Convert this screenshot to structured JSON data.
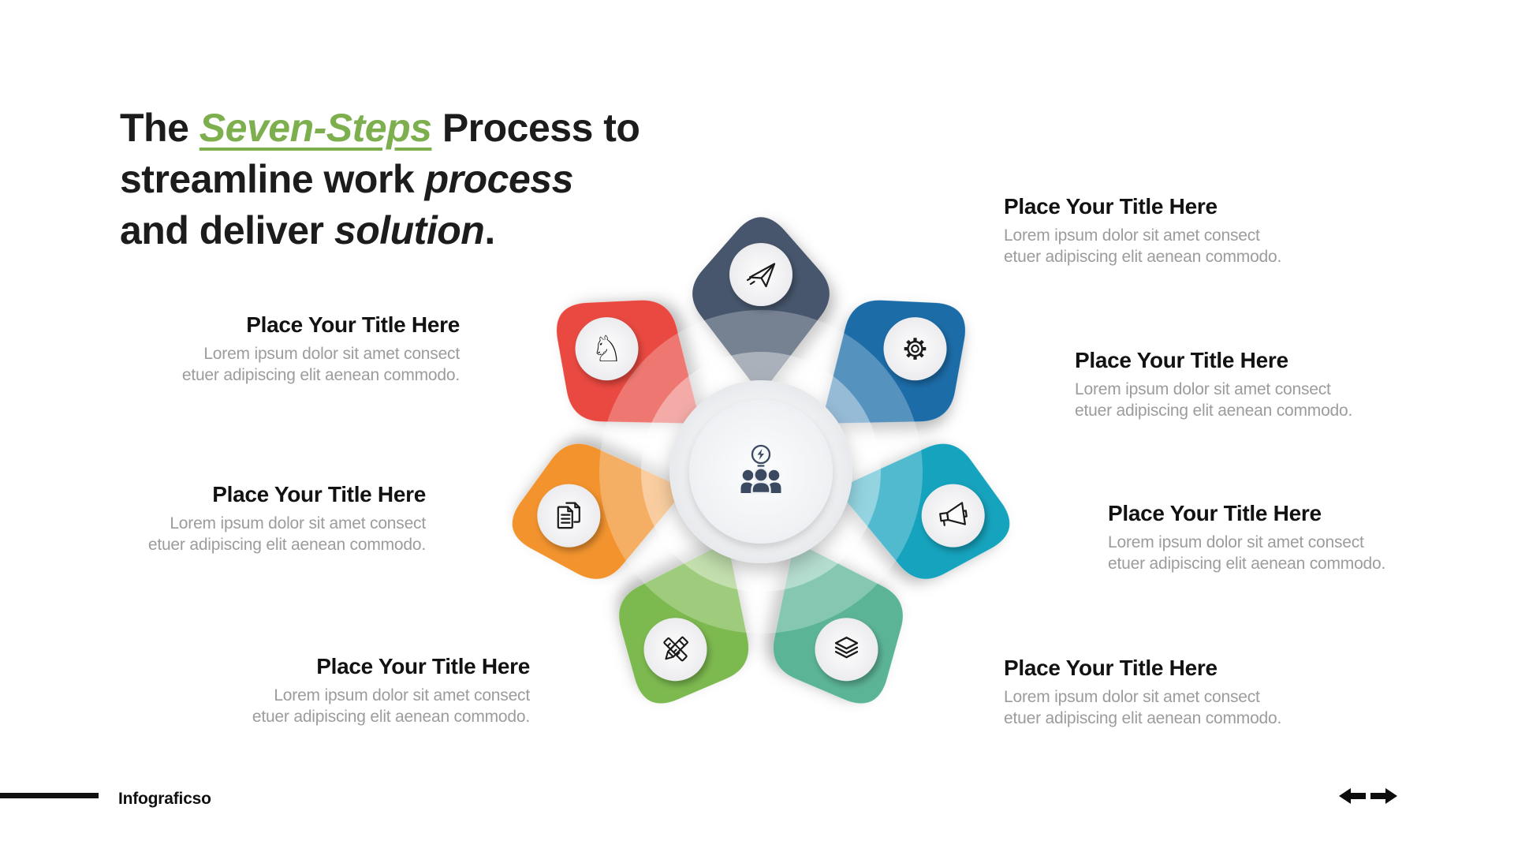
{
  "slide": {
    "title": {
      "line1_pre": "The ",
      "line1_highlight": "Seven-Steps",
      "line1_post": " Process to",
      "line2_pre": "streamline work ",
      "line2_italic": "process",
      "line3_pre": "and deliver ",
      "line3_italic": "solution",
      "line3_end": "."
    },
    "colors": {
      "accent_green": "#7daf4e",
      "petal_navy": "#46566c",
      "petal_blue": "#1e6ca8",
      "petal_teal": "#16a3bd",
      "petal_seafoam": "#5bb497",
      "petal_green": "#7cb950",
      "petal_orange": "#f2932e",
      "petal_red": "#e9483f",
      "center_icon": "#3b4a61",
      "body_text_gray": "#9c9c9c",
      "title_black": "#1c1c1c"
    },
    "footer": {
      "brand": "Infograficso"
    },
    "nav": {
      "prev": "previous-slide-arrow",
      "next": "next-slide-arrow"
    }
  },
  "center": {
    "icon": "team-idea-icon"
  },
  "steps": [
    {
      "petal": "navy",
      "color": "#46566c",
      "icon": "paper-plane-icon",
      "title": "Place Your Title Here",
      "body_line1": "Lorem ipsum dolor sit amet consect",
      "body_line2": "etuer adipiscing elit aenean commodo."
    },
    {
      "petal": "blue",
      "color": "#1e6ca8",
      "icon": "gear-icon",
      "title": "Place Your Title Here",
      "body_line1": "Lorem ipsum dolor sit amet consect",
      "body_line2": "etuer adipiscing elit aenean commodo."
    },
    {
      "petal": "teal",
      "color": "#16a3bd",
      "icon": "megaphone-icon",
      "title": "Place Your Title Here",
      "body_line1": "Lorem ipsum dolor sit amet consect",
      "body_line2": "etuer adipiscing elit aenean commodo."
    },
    {
      "petal": "seafoam",
      "color": "#5bb497",
      "icon": "layers-icon",
      "title": "Place Your Title Here",
      "body_line1": "Lorem ipsum dolor sit amet consect",
      "body_line2": "etuer adipiscing elit aenean commodo."
    },
    {
      "petal": "green",
      "color": "#7cb950",
      "icon": "pencil-ruler-icon",
      "title": "Place Your Title Here",
      "body_line1": "Lorem ipsum dolor sit amet consect",
      "body_line2": "etuer adipiscing elit aenean commodo."
    },
    {
      "petal": "orange",
      "color": "#f2932e",
      "icon": "documents-icon",
      "title": "Place Your Title Here",
      "body_line1": "Lorem ipsum dolor sit amet consect",
      "body_line2": "etuer adipiscing elit aenean commodo."
    },
    {
      "petal": "red",
      "color": "#e9483f",
      "icon": "knight-icon",
      "title": "Place Your Title Here",
      "body_line1": "Lorem ipsum dolor sit amet consect",
      "body_line2": "etuer adipiscing elit aenean commodo."
    }
  ]
}
